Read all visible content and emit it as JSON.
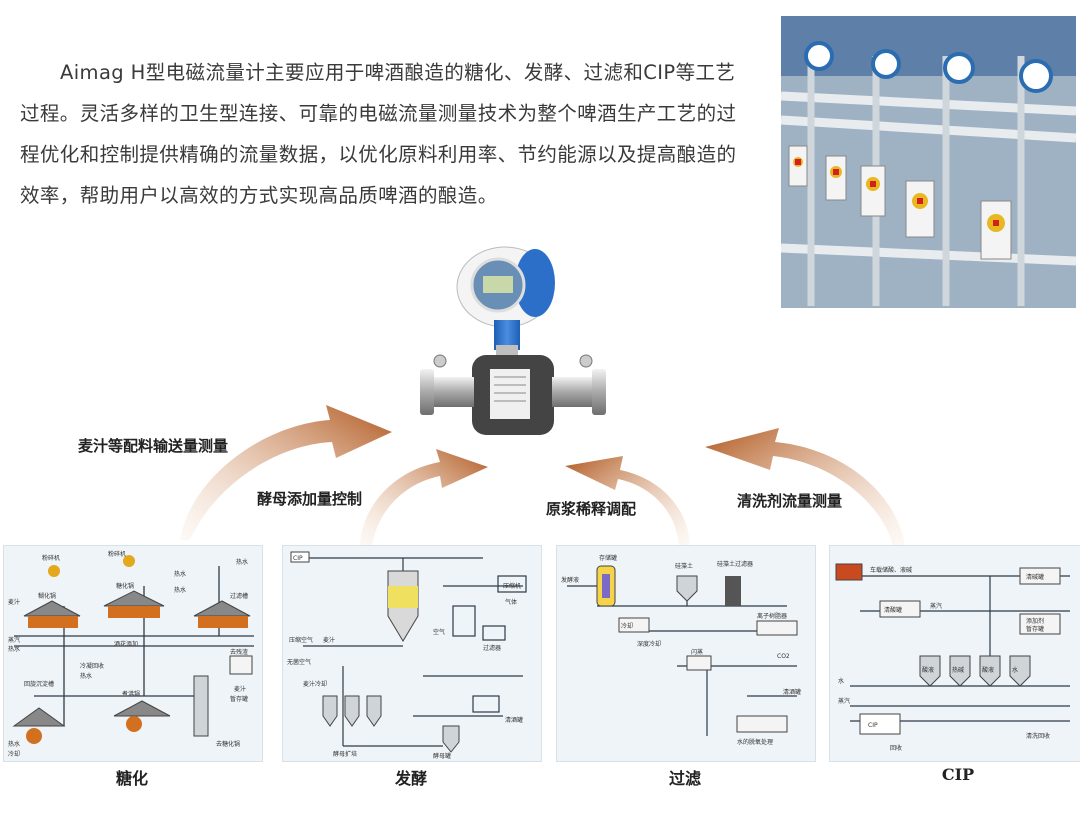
{
  "intro": {
    "paragraph": "Aimag H型电磁流量计主要应用于啤酒酿造的糖化、发酵、过滤和CIP等工艺过程。灵活多样的卫生型连接、可靠的电磁流量测量技术为整个啤酒生产工艺的过程优化和控制提供精确的流量数据，以优化原料利用率、节约能源以及提高酿造的效率，帮助用户以高效的方式实现高品质啤酒的酿造。"
  },
  "arrows": {
    "labels": [
      "麦汁等配料输送量测量",
      "酵母添加量控制",
      "原浆稀释调配",
      "清洗剂流量测量"
    ],
    "color": "#b0571e"
  },
  "panels": [
    {
      "caption": "糖化",
      "labels": [
        "粉碎机",
        "糊化锅",
        "粉碎机",
        "糖化锅",
        "热水",
        "热水",
        "过滤槽",
        "热水",
        "麦汁",
        "去残渣",
        "蒸汽",
        "热水",
        "酒花添加",
        "回旋沉淀槽",
        "煮沸锅",
        "冷凝回收",
        "热水",
        "麦汁",
        "暂存罐",
        "去糖化锅",
        "热水",
        "冷却"
      ]
    },
    {
      "caption": "发酵",
      "labels": [
        "CIP",
        "压缩空气",
        "麦汁",
        "无菌空气",
        "麦汁冷却",
        "酵母扩培",
        "酵母罐",
        "气体",
        "空气",
        "压缩机",
        "过滤器",
        "清酒罐"
      ]
    },
    {
      "caption": "过滤",
      "labels": [
        "存储罐",
        "发酵液",
        "硅藻土",
        "硅藻土过滤器",
        "冷却",
        "深度冷却",
        "离子树脂器",
        "闪蒸",
        "CO2",
        "清酒罐",
        "水的脱氧处理"
      ]
    },
    {
      "caption": "CIP",
      "labels": [
        "车载储酸、液碱",
        "清碱罐",
        "蒸汽",
        "清酸罐",
        "添加剂",
        "暂存罐",
        "酸液",
        "热碱",
        "酸液",
        "水",
        "水",
        "蒸汽",
        "回收",
        "CIP",
        "清洗回收"
      ]
    }
  ]
}
